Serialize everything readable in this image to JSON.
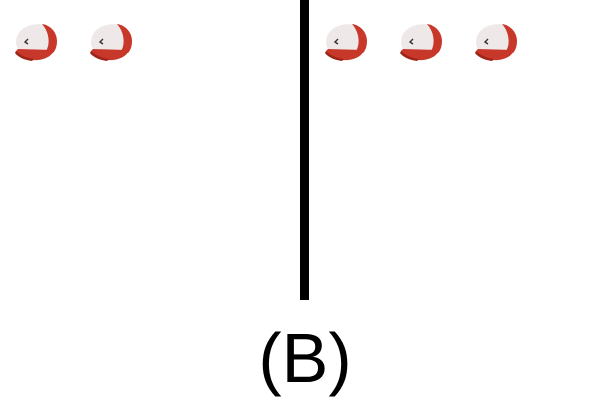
{
  "figure": {
    "label": "(B)",
    "left_group": {
      "icon": "baseball-cap-icon",
      "count": 2
    },
    "right_group": {
      "icon": "baseball-cap-icon",
      "count": 3
    }
  },
  "colors": {
    "cap_red": "#c8382a",
    "cap_dark_red": "#9e2418",
    "cap_white": "#efe8e8",
    "divider": "#000000",
    "background": "#ffffff"
  }
}
